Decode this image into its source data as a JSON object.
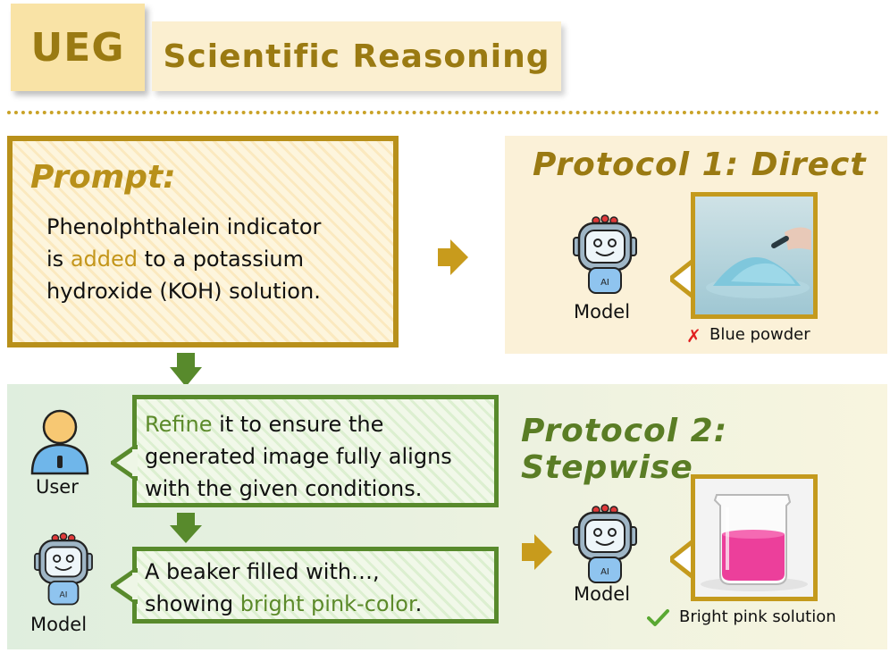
{
  "header": {
    "tag": "UEG",
    "title": "Scientific Reasoning"
  },
  "prompt": {
    "label": "Prompt:",
    "line1": "Phenolphthalein indicator",
    "line2_pre": "is ",
    "line2_highlight": "added",
    "line2_post": " to a potassium",
    "line3": "hydroxide (KOH) solution."
  },
  "protocol1": {
    "title": "Protocol 1: Direct",
    "model_label": "Model",
    "result_mark": "✗",
    "result_text": "Blue powder"
  },
  "protocol2": {
    "title": "Protocol 2: Stepwise",
    "user_label": "User",
    "model_label_left": "Model",
    "model_label_right": "Model",
    "refine_highlight": "Refine",
    "refine_line1_post": " it to ensure the",
    "refine_line2": "generated image fully aligns",
    "refine_line3": "with the given conditions.",
    "reply_line1": "A beaker filled with…,",
    "reply_line2_pre": "showing ",
    "reply_line2_highlight": "bright pink-color",
    "reply_line2_post": ".",
    "result_mark": "✔",
    "result_text": "Bright pink solution"
  },
  "robot_chip": "AI",
  "colors": {
    "gold": "#b8901a",
    "green": "#588a2c",
    "error": "#e02020",
    "ok": "#5aa832"
  },
  "icons": [
    "robot-model-icon",
    "user-icon",
    "arrow-right-icon",
    "arrow-down-icon",
    "cross-icon",
    "check-icon"
  ]
}
